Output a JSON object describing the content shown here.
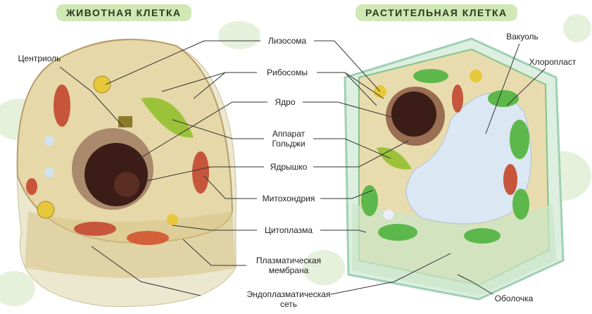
{
  "titles": {
    "animal": "ЖИВОТНАЯ КЛЕТКА",
    "plant": "РАСТИТЕЛЬНАЯ КЛЕТКА"
  },
  "labels": {
    "centriole": "Центриоль",
    "lysosome": "Лизосома",
    "ribosomes": "Рибосомы",
    "nucleus": "Ядро",
    "golgi_1": "Аппарат",
    "golgi_2": "Гольджи",
    "nucleolus": "Ядрышко",
    "mitochondria": "Митохондрия",
    "cytoplasm": "Цитоплазма",
    "membrane_1": "Плазматическая",
    "membrane_2": "мембрана",
    "er_1": "Эндоплазматическая",
    "er_2": "сеть",
    "vacuole": "Вакуоль",
    "chloroplast": "Хлоропласт",
    "wall": "Оболочка"
  }
}
